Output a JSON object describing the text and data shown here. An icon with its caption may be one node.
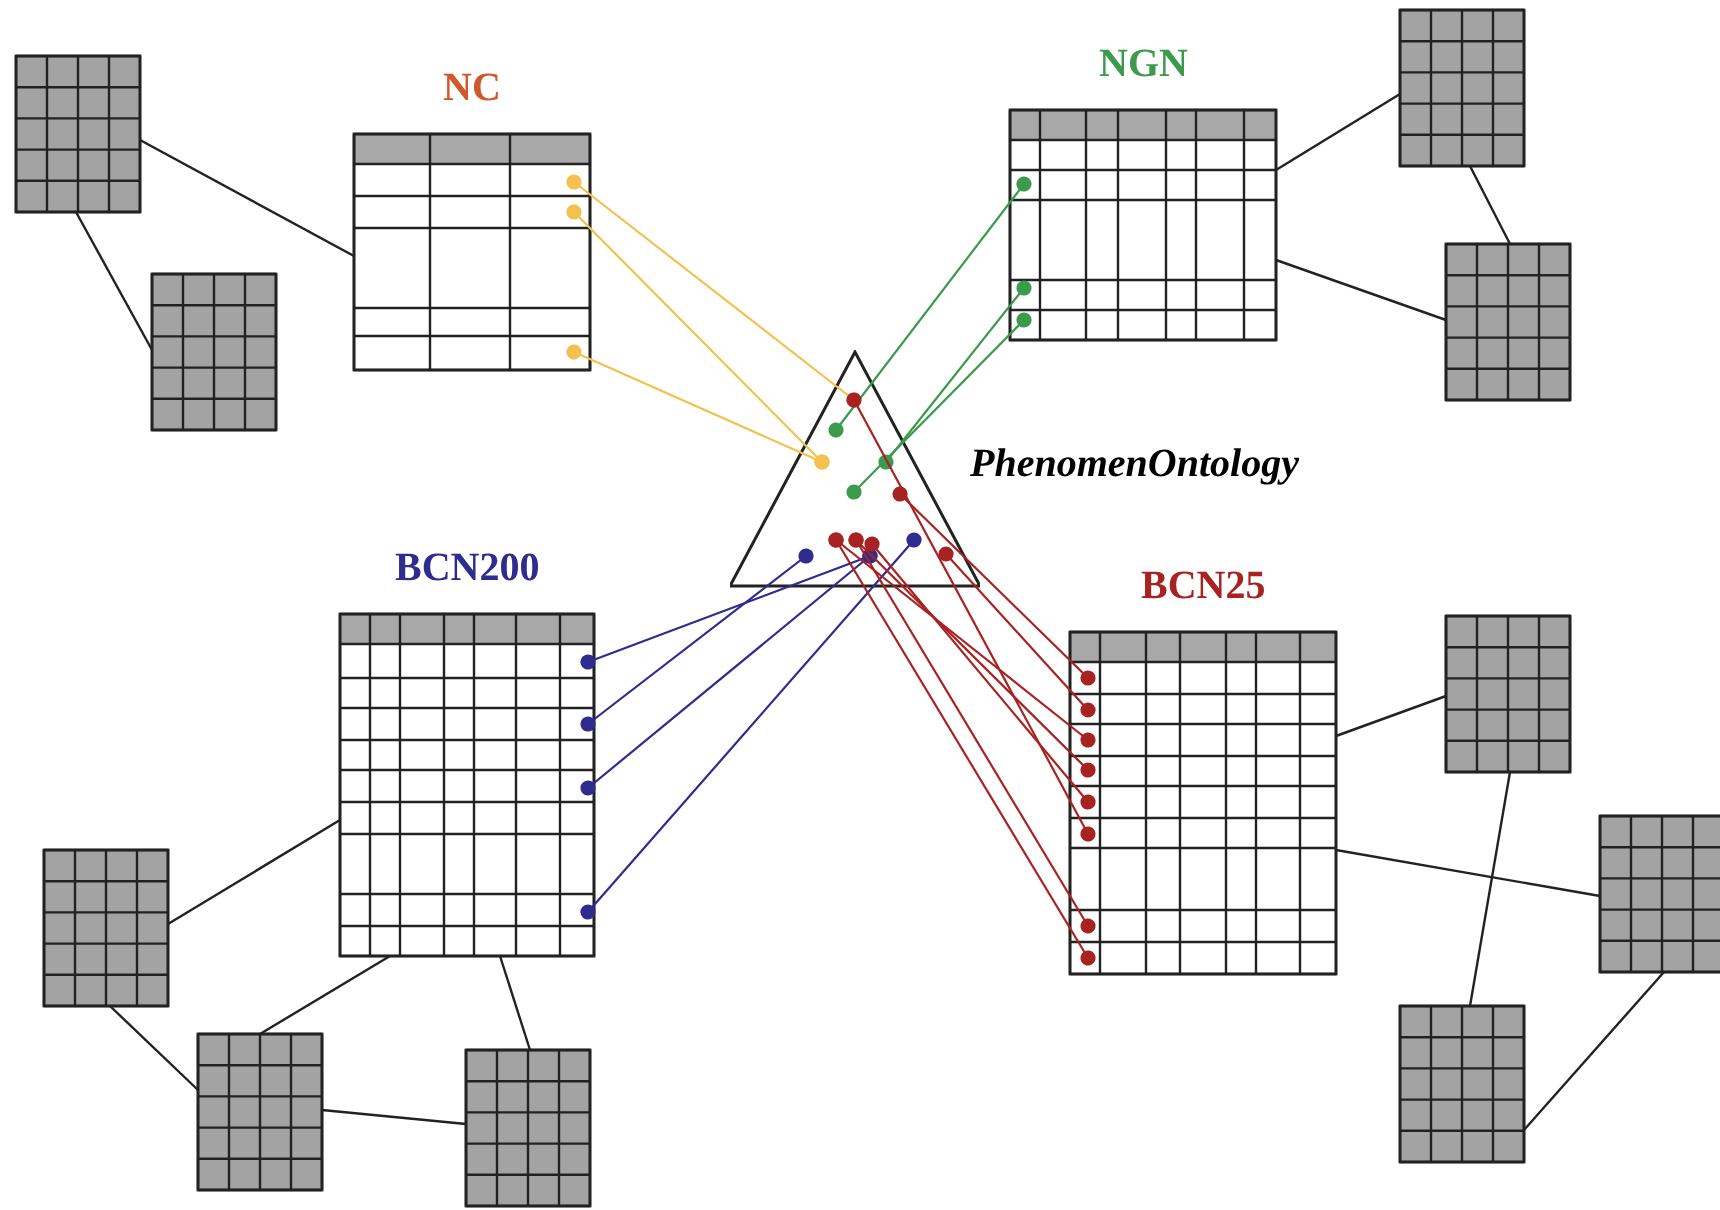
{
  "diagram": {
    "nodes": [
      {
        "text": [
          "NC"
        ]
      },
      {
        "text": [
          "NGN"
        ]
      },
      {
        "text": [
          "PhenomenOntology"
        ]
      },
      {
        "text": [
          "BCN200"
        ]
      },
      {
        "text": [
          "BCN25"
        ]
      },
      {
        "text": [],
        "shape": "box"
      },
      {
        "text": [],
        "shape": "box"
      },
      {
        "text": [],
        "shape": "box"
      },
      {
        "text": [],
        "shape": "box"
      },
      {
        "text": [],
        "shape": "box"
      },
      {
        "text": [],
        "shape": "box"
      },
      {
        "text": [],
        "shape": "box"
      },
      {
        "text": [],
        "shape": "box"
      },
      {
        "text": [],
        "shape": "box"
      },
      {
        "text": [],
        "shape": "box"
      }
    ],
    "edges": [
      {
        "from": 0,
        "to": 2,
        "arrow": "other",
        "color": "#f2c14e"
      },
      {
        "from": 0,
        "to": 2,
        "arrow": "other",
        "color": "#f2c14e"
      },
      {
        "from": 0,
        "to": 2,
        "arrow": "other",
        "color": "#f2c14e"
      },
      {
        "from": 1,
        "to": 2,
        "arrow": "other",
        "color": "#3c9a4c"
      },
      {
        "from": 1,
        "to": 2,
        "arrow": "other",
        "color": "#3c9a4c"
      },
      {
        "from": 1,
        "to": 2,
        "arrow": "other",
        "color": "#3c9a4c"
      },
      {
        "from": 3,
        "to": 2,
        "arrow": "other",
        "color": "#2f2b8f"
      },
      {
        "from": 3,
        "to": 2,
        "arrow": "other",
        "color": "#2f2b8f"
      },
      {
        "from": 3,
        "to": 2,
        "arrow": "other",
        "color": "#2f2b8f"
      },
      {
        "from": 3,
        "to": 2,
        "arrow": "other",
        "color": "#2f2b8f"
      },
      {
        "from": 4,
        "to": 2,
        "arrow": "other",
        "color": "#a82222"
      },
      {
        "from": 4,
        "to": 2,
        "arrow": "other",
        "color": "#a82222"
      },
      {
        "from": 4,
        "to": 2,
        "arrow": "other",
        "color": "#a82222"
      },
      {
        "from": 4,
        "to": 2,
        "arrow": "other",
        "color": "#a82222"
      },
      {
        "from": 4,
        "to": 2,
        "arrow": "other",
        "color": "#a82222"
      },
      {
        "from": 4,
        "to": 2,
        "arrow": "other",
        "color": "#a82222"
      },
      {
        "from": 4,
        "to": 2,
        "arrow": "other",
        "color": "#a82222"
      },
      {
        "from": 4,
        "to": 2,
        "arrow": "other",
        "color": "#a82222"
      },
      {
        "from": 0,
        "to": 5,
        "arrow": "none"
      },
      {
        "from": 5,
        "to": 6,
        "arrow": "none"
      },
      {
        "from": 1,
        "to": 7,
        "arrow": "none"
      },
      {
        "from": 7,
        "to": 8,
        "arrow": "none"
      },
      {
        "from": 1,
        "to": 8,
        "arrow": "none"
      },
      {
        "from": 3,
        "to": 9,
        "arrow": "none"
      },
      {
        "from": 3,
        "to": 10,
        "arrow": "none"
      },
      {
        "from": 9,
        "to": 10,
        "arrow": "none"
      },
      {
        "from": 10,
        "to": 11,
        "arrow": "none"
      },
      {
        "from": 3,
        "to": 11,
        "arrow": "none"
      },
      {
        "from": 4,
        "to": 12,
        "arrow": "none"
      },
      {
        "from": 4,
        "to": 13,
        "arrow": "none"
      },
      {
        "from": 12,
        "to": 14,
        "arrow": "none"
      },
      {
        "from": 14,
        "to": 13,
        "arrow": "none"
      }
    ]
  }
}
